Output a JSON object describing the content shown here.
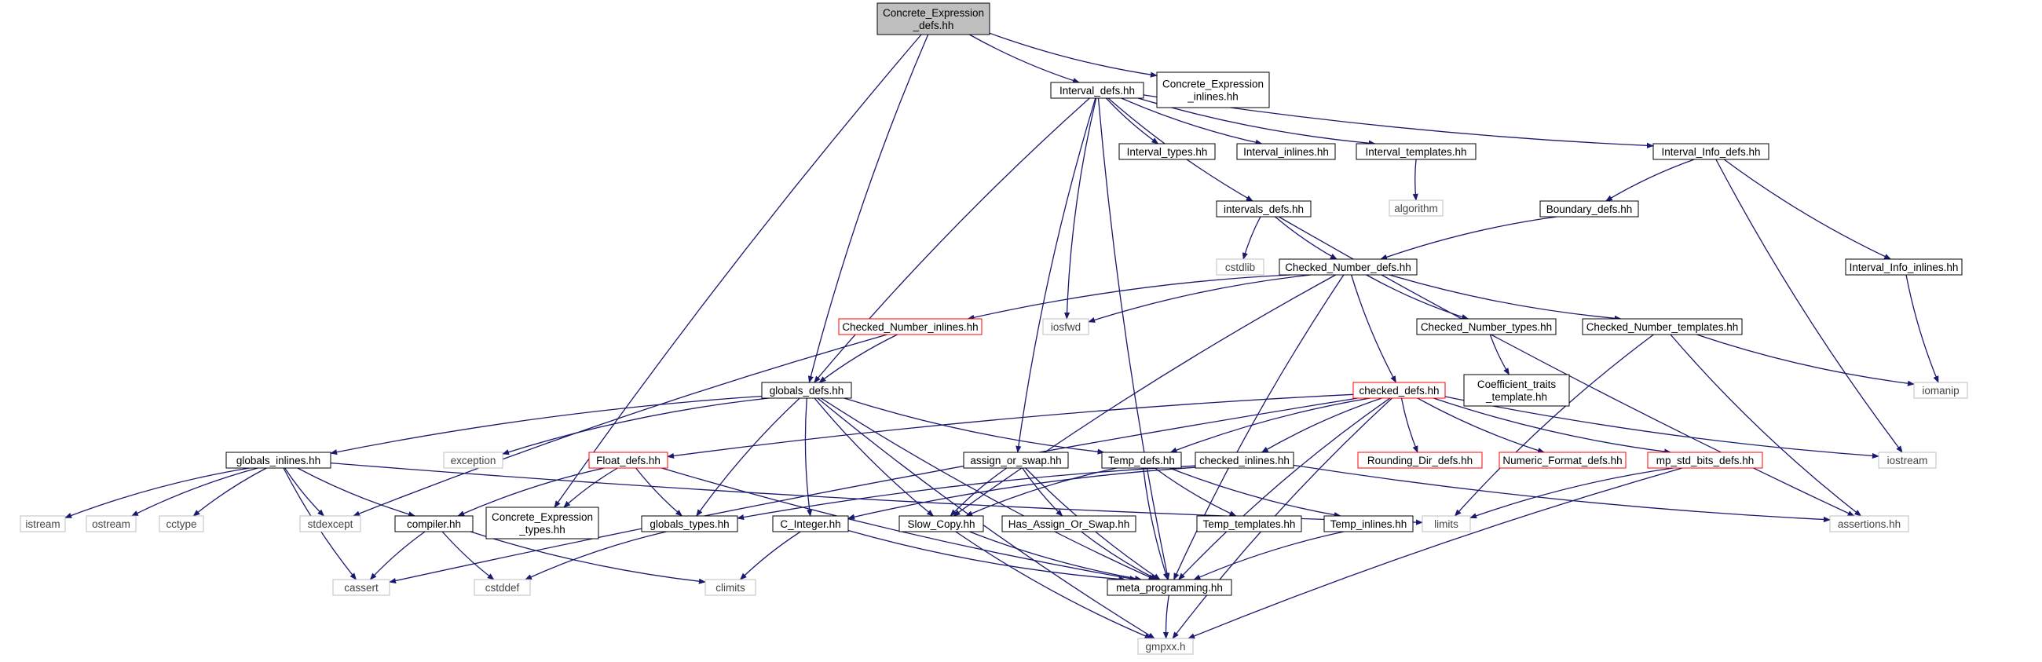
{
  "colors": {
    "edge": "#191970",
    "box_default": "#000000",
    "box_truncated": "#ff0000",
    "box_system": "#bfbfbf",
    "box_root_fill": "#bfbfbf"
  },
  "graph": {
    "nodes": [
      {
        "id": "root",
        "lines": [
          "Concrete_Expression",
          "_defs.hh"
        ],
        "kind": "root"
      },
      {
        "id": "interval_defs",
        "lines": [
          "Interval_defs.hh"
        ],
        "kind": "normal"
      },
      {
        "id": "ce_inlines",
        "lines": [
          "Concrete_Expression",
          "_inlines.hh"
        ],
        "kind": "normal"
      },
      {
        "id": "interval_types",
        "lines": [
          "Interval_types.hh"
        ],
        "kind": "normal"
      },
      {
        "id": "interval_inlines",
        "lines": [
          "Interval_inlines.hh"
        ],
        "kind": "normal"
      },
      {
        "id": "interval_templates",
        "lines": [
          "Interval_templates.hh"
        ],
        "kind": "normal"
      },
      {
        "id": "interval_info_defs",
        "lines": [
          "Interval_Info_defs.hh"
        ],
        "kind": "normal"
      },
      {
        "id": "algorithm",
        "lines": [
          "algorithm"
        ],
        "kind": "system"
      },
      {
        "id": "intervals_defs",
        "lines": [
          "intervals_defs.hh"
        ],
        "kind": "normal"
      },
      {
        "id": "boundary_defs",
        "lines": [
          "Boundary_defs.hh"
        ],
        "kind": "normal"
      },
      {
        "id": "cstdlib",
        "lines": [
          "cstdlib"
        ],
        "kind": "system"
      },
      {
        "id": "checked_number_defs",
        "lines": [
          "Checked_Number_defs.hh"
        ],
        "kind": "normal"
      },
      {
        "id": "interval_info_inlines",
        "lines": [
          "Interval_Info_inlines.hh"
        ],
        "kind": "normal"
      },
      {
        "id": "checked_number_inlines",
        "lines": [
          "Checked_Number_inlines.hh"
        ],
        "kind": "truncated"
      },
      {
        "id": "iosfwd",
        "lines": [
          "iosfwd"
        ],
        "kind": "system"
      },
      {
        "id": "checked_number_types",
        "lines": [
          "Checked_Number_types.hh"
        ],
        "kind": "normal"
      },
      {
        "id": "checked_number_templates",
        "lines": [
          "Checked_Number_templates.hh"
        ],
        "kind": "normal"
      },
      {
        "id": "globals_defs",
        "lines": [
          "globals_defs.hh"
        ],
        "kind": "normal"
      },
      {
        "id": "checked_defs",
        "lines": [
          "checked_defs.hh"
        ],
        "kind": "truncated"
      },
      {
        "id": "coefficient_traits",
        "lines": [
          "Coefficient_traits",
          "_template.hh"
        ],
        "kind": "normal"
      },
      {
        "id": "iomanip",
        "lines": [
          "iomanip"
        ],
        "kind": "system"
      },
      {
        "id": "globals_inlines",
        "lines": [
          "globals_inlines.hh"
        ],
        "kind": "normal"
      },
      {
        "id": "exception",
        "lines": [
          "exception"
        ],
        "kind": "system"
      },
      {
        "id": "float_defs",
        "lines": [
          "Float_defs.hh"
        ],
        "kind": "truncated"
      },
      {
        "id": "assign_or_swap",
        "lines": [
          "assign_or_swap.hh"
        ],
        "kind": "normal"
      },
      {
        "id": "temp_defs",
        "lines": [
          "Temp_defs.hh"
        ],
        "kind": "normal"
      },
      {
        "id": "checked_inlines",
        "lines": [
          "checked_inlines.hh"
        ],
        "kind": "normal"
      },
      {
        "id": "rounding_dir_defs",
        "lines": [
          "Rounding_Dir_defs.hh"
        ],
        "kind": "truncated"
      },
      {
        "id": "numeric_format_defs",
        "lines": [
          "Numeric_Format_defs.hh"
        ],
        "kind": "truncated"
      },
      {
        "id": "mp_std_bits_defs",
        "lines": [
          "mp_std_bits_defs.hh"
        ],
        "kind": "truncated"
      },
      {
        "id": "iostream",
        "lines": [
          "iostream"
        ],
        "kind": "system"
      },
      {
        "id": "istream",
        "lines": [
          "istream"
        ],
        "kind": "system"
      },
      {
        "id": "ostream",
        "lines": [
          "ostream"
        ],
        "kind": "system"
      },
      {
        "id": "cctype",
        "lines": [
          "cctype"
        ],
        "kind": "system"
      },
      {
        "id": "stdexcept",
        "lines": [
          "stdexcept"
        ],
        "kind": "system"
      },
      {
        "id": "compiler",
        "lines": [
          "compiler.hh"
        ],
        "kind": "normal"
      },
      {
        "id": "ce_types",
        "lines": [
          "Concrete_Expression",
          "_types.hh"
        ],
        "kind": "normal"
      },
      {
        "id": "globals_types",
        "lines": [
          "globals_types.hh"
        ],
        "kind": "normal"
      },
      {
        "id": "c_integer",
        "lines": [
          "C_Integer.hh"
        ],
        "kind": "normal"
      },
      {
        "id": "slow_copy",
        "lines": [
          "Slow_Copy.hh"
        ],
        "kind": "normal"
      },
      {
        "id": "has_assign_or_swap",
        "lines": [
          "Has_Assign_Or_Swap.hh"
        ],
        "kind": "normal"
      },
      {
        "id": "temp_templates",
        "lines": [
          "Temp_templates.hh"
        ],
        "kind": "normal"
      },
      {
        "id": "temp_inlines",
        "lines": [
          "Temp_inlines.hh"
        ],
        "kind": "normal"
      },
      {
        "id": "limits",
        "lines": [
          "limits"
        ],
        "kind": "system"
      },
      {
        "id": "assertions",
        "lines": [
          "assertions.hh"
        ],
        "kind": "system"
      },
      {
        "id": "cassert",
        "lines": [
          "cassert"
        ],
        "kind": "system"
      },
      {
        "id": "cstddef",
        "lines": [
          "cstddef"
        ],
        "kind": "system"
      },
      {
        "id": "climits",
        "lines": [
          "climits"
        ],
        "kind": "system"
      },
      {
        "id": "meta_programming",
        "lines": [
          "meta_programming.hh"
        ],
        "kind": "normal"
      },
      {
        "id": "gmpxx",
        "lines": [
          "gmpxx.h"
        ],
        "kind": "system"
      }
    ],
    "edges": [
      [
        "root",
        "interval_defs"
      ],
      [
        "root",
        "ce_inlines"
      ],
      [
        "root",
        "globals_defs"
      ],
      [
        "root",
        "ce_types"
      ],
      [
        "interval_defs",
        "interval_types"
      ],
      [
        "interval_defs",
        "interval_inlines"
      ],
      [
        "interval_defs",
        "interval_templates"
      ],
      [
        "interval_defs",
        "interval_info_defs"
      ],
      [
        "interval_defs",
        "intervals_defs"
      ],
      [
        "interval_defs",
        "iosfwd"
      ],
      [
        "interval_defs",
        "globals_defs"
      ],
      [
        "interval_defs",
        "assign_or_swap"
      ],
      [
        "interval_defs",
        "meta_programming"
      ],
      [
        "interval_templates",
        "algorithm"
      ],
      [
        "interval_info_defs",
        "boundary_defs"
      ],
      [
        "interval_info_defs",
        "interval_info_inlines"
      ],
      [
        "interval_info_defs",
        "iostream"
      ],
      [
        "intervals_defs",
        "cstdlib"
      ],
      [
        "intervals_defs",
        "checked_number_defs"
      ],
      [
        "intervals_defs",
        "assertions"
      ],
      [
        "boundary_defs",
        "checked_number_defs"
      ],
      [
        "interval_info_inlines",
        "iomanip"
      ],
      [
        "checked_number_defs",
        "checked_number_inlines"
      ],
      [
        "checked_number_defs",
        "iosfwd"
      ],
      [
        "checked_number_defs",
        "checked_number_types"
      ],
      [
        "checked_number_defs",
        "checked_number_templates"
      ],
      [
        "checked_number_defs",
        "checked_defs"
      ],
      [
        "checked_number_defs",
        "slow_copy"
      ],
      [
        "checked_number_defs",
        "meta_programming"
      ],
      [
        "checked_number_inlines",
        "globals_defs"
      ],
      [
        "checked_number_inlines",
        "stdexcept"
      ],
      [
        "checked_number_types",
        "coefficient_traits"
      ],
      [
        "checked_number_templates",
        "iomanip"
      ],
      [
        "checked_number_templates",
        "limits"
      ],
      [
        "checked_number_templates",
        "assertions"
      ],
      [
        "globals_defs",
        "globals_inlines"
      ],
      [
        "globals_defs",
        "exception"
      ],
      [
        "globals_defs",
        "temp_defs"
      ],
      [
        "globals_defs",
        "globals_types"
      ],
      [
        "globals_defs",
        "c_integer"
      ],
      [
        "globals_defs",
        "slow_copy"
      ],
      [
        "globals_defs",
        "meta_programming"
      ],
      [
        "globals_defs",
        "gmpxx"
      ],
      [
        "checked_defs",
        "float_defs"
      ],
      [
        "checked_defs",
        "temp_defs"
      ],
      [
        "checked_defs",
        "checked_inlines"
      ],
      [
        "checked_defs",
        "rounding_dir_defs"
      ],
      [
        "checked_defs",
        "numeric_format_defs"
      ],
      [
        "checked_defs",
        "mp_std_bits_defs"
      ],
      [
        "checked_defs",
        "iostream"
      ],
      [
        "checked_defs",
        "cassert"
      ],
      [
        "checked_defs",
        "meta_programming"
      ],
      [
        "checked_defs",
        "gmpxx"
      ],
      [
        "globals_inlines",
        "istream"
      ],
      [
        "globals_inlines",
        "ostream"
      ],
      [
        "globals_inlines",
        "cctype"
      ],
      [
        "globals_inlines",
        "stdexcept"
      ],
      [
        "globals_inlines",
        "compiler"
      ],
      [
        "globals_inlines",
        "cassert"
      ],
      [
        "globals_inlines",
        "limits"
      ],
      [
        "float_defs",
        "compiler"
      ],
      [
        "float_defs",
        "ce_types"
      ],
      [
        "float_defs",
        "globals_types"
      ],
      [
        "float_defs",
        "meta_programming"
      ],
      [
        "assign_or_swap",
        "slow_copy"
      ],
      [
        "assign_or_swap",
        "has_assign_or_swap"
      ],
      [
        "assign_or_swap",
        "meta_programming"
      ],
      [
        "temp_defs",
        "slow_copy"
      ],
      [
        "temp_defs",
        "temp_templates"
      ],
      [
        "temp_defs",
        "temp_inlines"
      ],
      [
        "temp_defs",
        "meta_programming"
      ],
      [
        "checked_inlines",
        "globals_types"
      ],
      [
        "checked_inlines",
        "c_integer"
      ],
      [
        "checked_inlines",
        "assertions"
      ],
      [
        "mp_std_bits_defs",
        "limits"
      ],
      [
        "mp_std_bits_defs",
        "gmpxx"
      ],
      [
        "compiler",
        "cassert"
      ],
      [
        "compiler",
        "cstddef"
      ],
      [
        "compiler",
        "climits"
      ],
      [
        "globals_types",
        "cstddef"
      ],
      [
        "c_integer",
        "climits"
      ],
      [
        "c_integer",
        "meta_programming"
      ],
      [
        "slow_copy",
        "meta_programming"
      ],
      [
        "slow_copy",
        "gmpxx"
      ],
      [
        "has_assign_or_swap",
        "meta_programming"
      ],
      [
        "temp_inlines",
        "meta_programming"
      ],
      [
        "meta_programming",
        "gmpxx"
      ]
    ]
  }
}
